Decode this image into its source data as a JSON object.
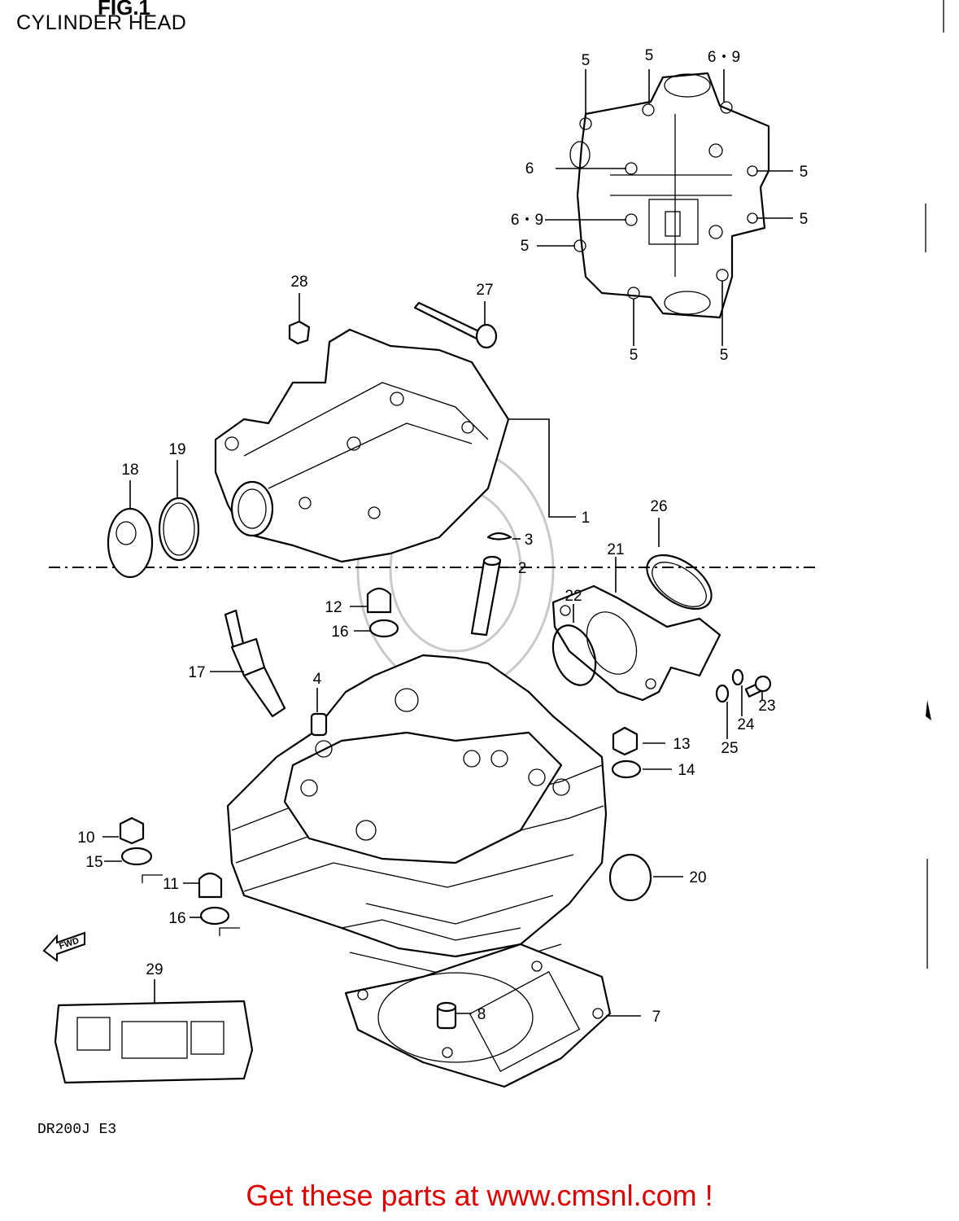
{
  "header": {
    "fig_label": "FIG.1",
    "title": "CYLINDER HEAD"
  },
  "model_code": "DR200J E3",
  "footer_text": "Get these parts at www.cmsnl.com !",
  "callouts": {
    "c1": "1",
    "c2": "2",
    "c3": "3",
    "c4": "4",
    "c5a": "5",
    "c5b": "5",
    "c5c": "5",
    "c5d": "5",
    "c5e": "5",
    "c5f": "5",
    "c5g": "5",
    "c6": "6",
    "c69a": "6・9",
    "c69b": "6・9",
    "c7": "7",
    "c8": "8",
    "c10": "10",
    "c11": "11",
    "c12": "12",
    "c13": "13",
    "c14": "14",
    "c15": "15",
    "c16a": "16",
    "c16b": "16",
    "c17": "17",
    "c18": "18",
    "c19": "19",
    "c20": "20",
    "c21": "21",
    "c22": "22",
    "c23": "23",
    "c24": "24",
    "c25": "25",
    "c26": "26",
    "c27": "27",
    "c28": "28",
    "c29": "29"
  },
  "fwd_arrow_label": "FWD",
  "colors": {
    "footer": "#e00000",
    "ink": "#000000",
    "watermark": "#c9c9c9"
  }
}
